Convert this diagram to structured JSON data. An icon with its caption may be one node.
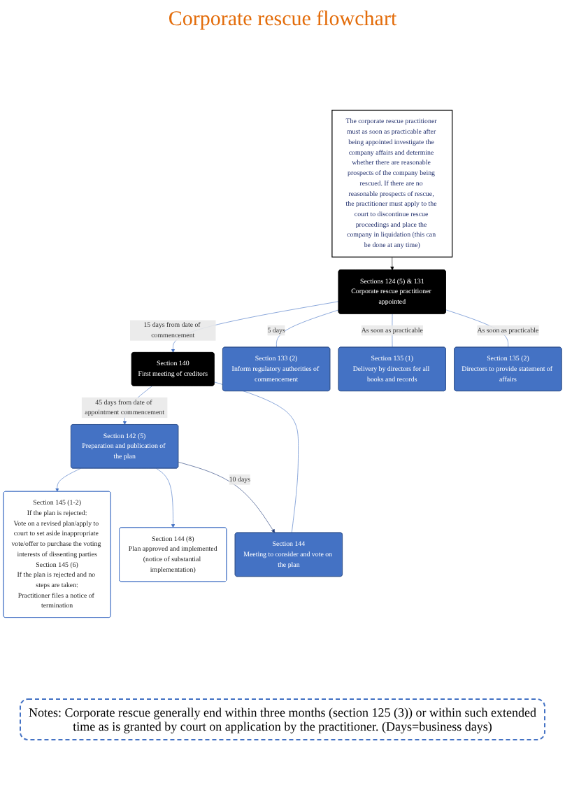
{
  "diagram": {
    "title": "Corporate rescue flowchart",
    "nodes": [
      {
        "text": [
          "The corporate rescue practitioner must as soon as practicable after being appointed investigate the company affairs and determine whether there are reasonable prospects of the company being rescued. If there are no reasonable prospects of rescue, the practitioner must apply to the court to discontinue rescue proceedings and place the company in liquidation (this can be done at any time)"
        ]
      },
      {
        "text": [
          "Sections 124 (5) & 131",
          "Corporate rescue practitioner appointed"
        ]
      },
      {
        "text": [
          "Section 140",
          "First meeting of creditors"
        ]
      },
      {
        "text": [
          "Section 133 (2)",
          "Inform regulatory authorities of commencement"
        ]
      },
      {
        "text": [
          "Section 135 (1)",
          "Delivery by directors for all books and records"
        ]
      },
      {
        "text": [
          "Section 135 (2)",
          "Directors to provide statement of affairs"
        ]
      },
      {
        "text": [
          "Section 145 (1-2)",
          "If the plan is rejected:",
          "Vote on a revised plan/apply to court to set aside inappropriate vote/offer to purchase the voting interests of dissenting parties",
          "Section 145 (6)",
          "If the plan is rejected and no steps are taken:",
          "Practitioner files a notice of termination"
        ]
      },
      {
        "text": [
          "Section 144 (8)",
          "Plan approved and implemented",
          "(notice of substantial implementation)"
        ]
      },
      {
        "text": [
          "Section 142 (5)",
          "Preparation and publication of the plan"
        ]
      },
      {
        "text": [
          "Section 144",
          "Meeting to consider and vote on the plan"
        ]
      }
    ],
    "edges": [
      {
        "from": 0,
        "to": 1,
        "arrow": "to",
        "color": "#000000"
      },
      {
        "from": 1,
        "to": 2,
        "arrow": "to",
        "label": "15 days from date of commencement"
      },
      {
        "from": 1,
        "to": 3,
        "arrow": "none",
        "label": "5 days"
      },
      {
        "from": 1,
        "to": 4,
        "arrow": "none",
        "label": "As soon as practicable"
      },
      {
        "from": 1,
        "to": 5,
        "arrow": "none",
        "label": "As soon as practicable"
      },
      {
        "from": 2,
        "to": 8,
        "arrow": "to",
        "label": "45 days from date of appointment commencement"
      },
      {
        "from": 8,
        "to": 6,
        "arrow": "to"
      },
      {
        "from": 8,
        "to": 7,
        "arrow": "to"
      },
      {
        "from": 8,
        "to": 9,
        "arrow": "to",
        "label": "10 days",
        "color": "#1f3a78"
      },
      {
        "from": 2,
        "to": 9,
        "arrow": "none"
      }
    ],
    "labels": [
      "Notes: Corporate rescue generally end within three months (section 125 (3)) or within such extended time as is granted by court on application by the practitioner. (Days=business days)"
    ]
  }
}
